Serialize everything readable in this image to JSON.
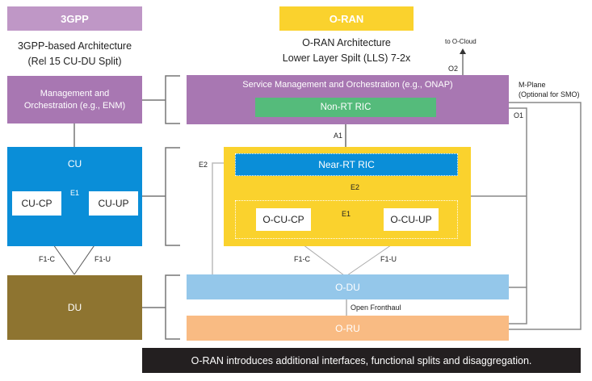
{
  "colors": {
    "purple_header": "#bf97c6",
    "purple": "#a877b2",
    "yellow": "#fad22d",
    "blue": "#0a8ed8",
    "green": "#55bb7b",
    "olive": "#8e7430",
    "light_blue": "#94c7ea",
    "orange": "#f9bb83",
    "dark": "#231f20"
  },
  "left": {
    "header": "3GPP",
    "subtitle_line1": "3GPP-based Architecture",
    "subtitle_line2": "(Rel 15 CU-DU Split)",
    "mgmt_line1": "Management and",
    "mgmt_line2": "Orchestration (e.g., ENM)",
    "cu": "CU",
    "cu_cp": "CU-CP",
    "cu_up": "CU-UP",
    "e1": "E1",
    "f1c": "F1-C",
    "f1u": "F1-U",
    "du": "DU"
  },
  "right": {
    "header": "O-RAN",
    "subtitle_line1": "O-RAN Architecture",
    "subtitle_line2": "Lower Layer Spilt (LLS) 7-2x",
    "smo": "Service Management and Orchestration (e.g., ONAP)",
    "non_rt_ric": "Non-RT RIC",
    "near_rt_ric": "Near-RT RIC",
    "o_cu_cp": "O-CU-CP",
    "o_cu_up": "O-CU-UP",
    "o_du": "O-DU",
    "o_ru": "O-RU",
    "a1": "A1",
    "e2_top": "E2",
    "e2_left": "E2",
    "e1": "E1",
    "f1c": "F1-C",
    "f1u": "F1-U",
    "open_fronthaul": "Open Fronthaul",
    "o1": "O1",
    "o2": "O2",
    "to_ocloud": "to O-Cloud",
    "mplane_line1": "M-Plane",
    "mplane_line2": "(Optional for SMO)"
  },
  "footer": "O-RAN introduces additional interfaces, functional splits and disaggregation."
}
